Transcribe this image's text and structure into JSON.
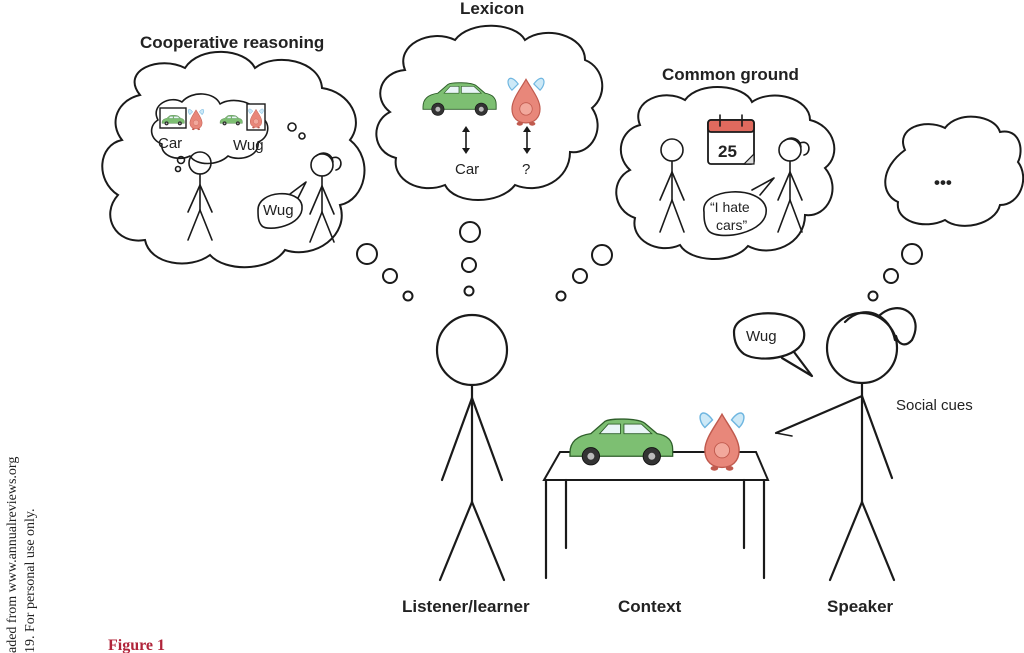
{
  "labels": {
    "cooperative_reasoning": "Cooperative reasoning",
    "lexicon": "Lexicon",
    "common_ground": "Common ground",
    "listener_learner": "Listener/learner",
    "context": "Context",
    "speaker": "Speaker",
    "social_cues": "Social cues"
  },
  "cooperative": {
    "car_label": "Car",
    "wug_label": "Wug",
    "speech": "Wug"
  },
  "lexicon": {
    "car_word": "Car",
    "unknown_word": "?"
  },
  "common_ground": {
    "calendar_day": "25",
    "quote_line1": "“I hate",
    "quote_line2": "cars”"
  },
  "speaker": {
    "speech": "Wug"
  },
  "ellipsis": "•••",
  "figure_label": "Figure 1",
  "side_text": {
    "line1": "aded from www.annualreviews.org",
    "line2": "19. For personal use only."
  },
  "colors": {
    "car_body": "#7dbf72",
    "car_dark": "#4e8f48",
    "wug_body": "#e8877a",
    "wug_wings": "#9fd2ee",
    "figure_red": "#b0243a"
  }
}
